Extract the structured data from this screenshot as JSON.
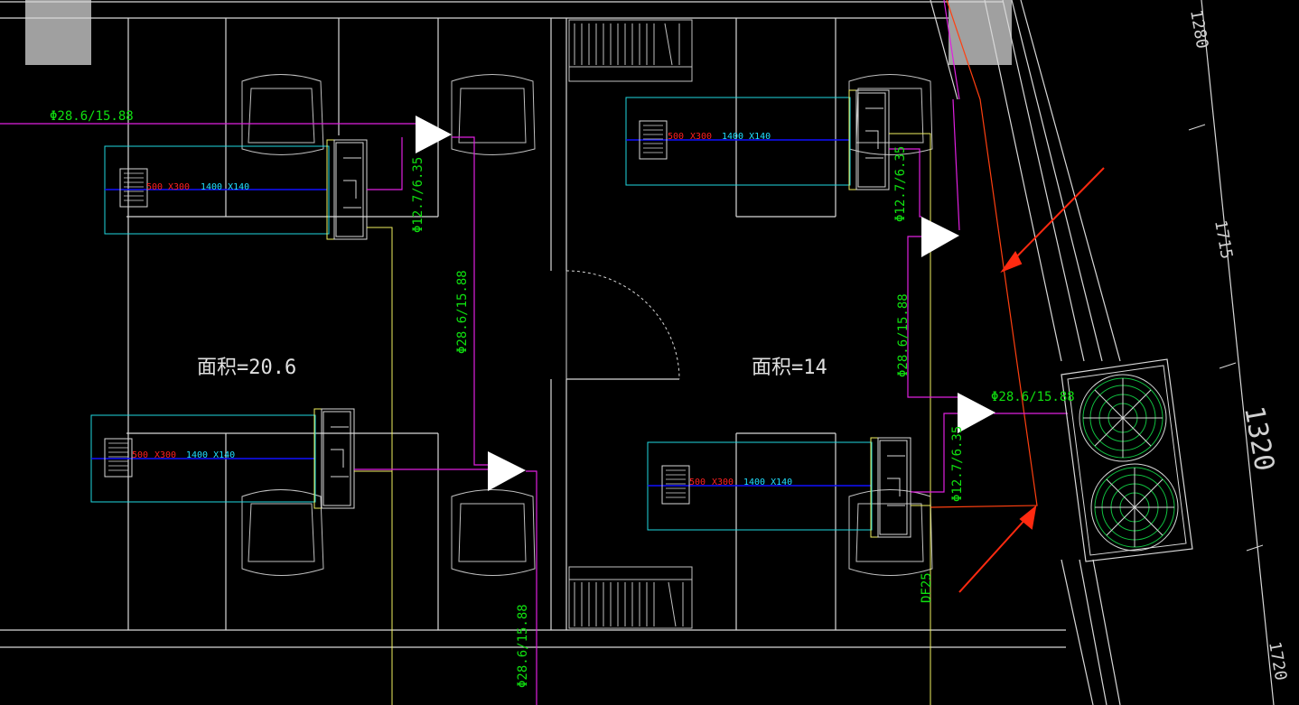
{
  "colors": {
    "background": "#000000",
    "wall": "#d8d8d8",
    "furniture": "#bfbfbf",
    "pipe_large": "#e020e0",
    "pipe_label": "#10e010",
    "unit_box": "#20d8e0",
    "duct": "#1010ff",
    "drain": "#f0f060",
    "dim_red": "#ff2020",
    "dim_cyan": "#20e0ff",
    "arrow": "#ff2a10",
    "fan": "#10c040",
    "column": "#a0a0a0",
    "outline_red": "#ff4010",
    "area_text": "#e0e0e0",
    "dim_text": "#d0d0d0"
  },
  "rooms": [
    {
      "area_label": "面积=20.6"
    },
    {
      "area_label": "面积=14"
    }
  ],
  "pipe_labels": {
    "left_top": "Φ28.6/15.88",
    "left_small": "Φ12.7/6.35",
    "left_mid": "Φ28.6/15.88",
    "bottom": "Φ28.6/15.88",
    "right_small_top": "Φ12.7/6.35",
    "right_mid": "Φ28.6/15.88",
    "right_small_bottom": "Φ12.7/6.35",
    "outdoor": "Φ28.6/15.88",
    "drain": "DF25"
  },
  "indoor_units": [
    {
      "size": "500",
      "x": "X300",
      "duct": "1400 X140"
    },
    {
      "size": "500",
      "x": "X300",
      "duct": "1400 X140"
    },
    {
      "size": "500",
      "x": "X300",
      "duct": "1400 X140"
    },
    {
      "size": "500",
      "x": "X300",
      "duct": "1400 X140"
    }
  ],
  "dimensions": [
    "1280",
    "1715",
    "1320",
    "1720"
  ]
}
